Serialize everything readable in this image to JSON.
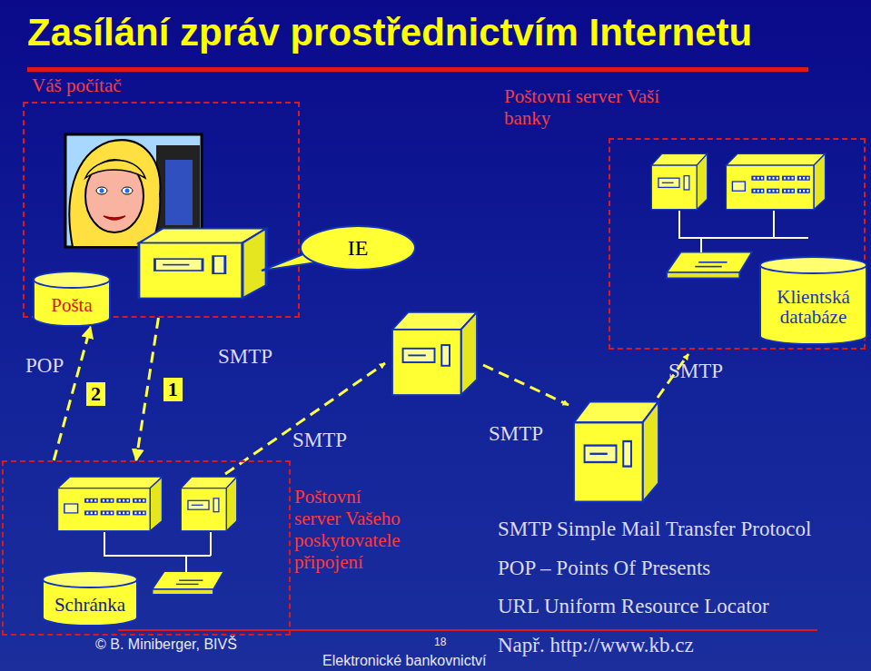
{
  "diagram": {
    "title": "Zasílání zpráv prostřednictvím Internetu",
    "nodes": [
      {
        "text": [
          "Váš počítač"
        ]
      },
      {
        "text": [
          "Pošta"
        ],
        "in": 0
      },
      {
        "text": [
          "IE"
        ]
      },
      {
        "text": [
          "Poštovní server Vaší banky"
        ]
      },
      {
        "text": [
          "Klientská databáze"
        ],
        "in": 3
      },
      {
        "text": [
          "Poštovní server Vašeho poskytovatele připojení"
        ]
      },
      {
        "text": [
          "Schránka"
        ],
        "in": 5
      }
    ],
    "edges": [
      {
        "from": 5,
        "to": 1,
        "label": "2",
        "arrow": "to"
      },
      {
        "from": 0,
        "to": 5,
        "label": "1",
        "arrow": "to"
      }
    ],
    "labels": [
      "POP",
      "SMTP",
      "SMTP",
      "SMTP",
      "SMTP",
      "SMTP Simple Mail Transfer Protocol",
      "POP – Points Of Presents",
      "URL Uniform Resource Locator",
      "Např. http://www.kb.cz",
      "© B. Miniberger, BIVŠ",
      "18",
      "Elektronické bankovnictví"
    ]
  }
}
